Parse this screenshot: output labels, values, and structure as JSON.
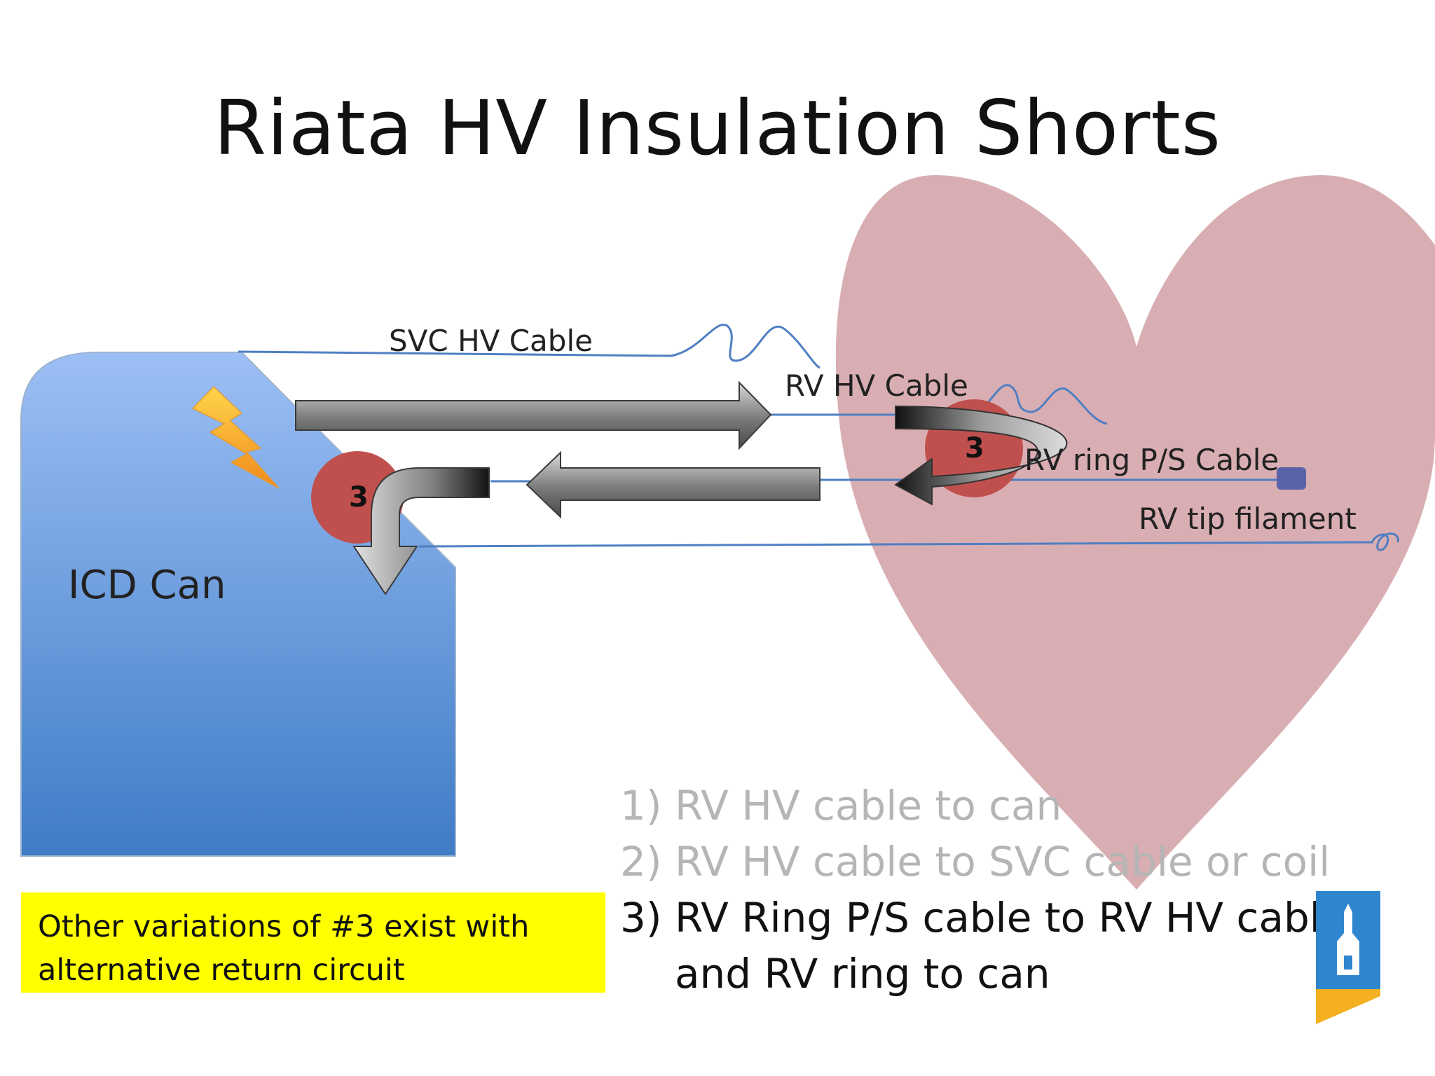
{
  "slide": {
    "title": "Riata HV Insulation Shorts"
  },
  "labels": {
    "icd_can": "ICD Can",
    "svc_hv_cable": "SVC HV Cable",
    "rv_hv_cable": "RV HV Cable",
    "rv_ring_ps_cable": "RV ring P/S Cable",
    "rv_tip_filament": "RV tip filament",
    "short_marker_left": "3",
    "short_marker_right": "3"
  },
  "note": {
    "line1": "Other variations of #3 exist with",
    "line2": "alternative return circuit"
  },
  "list": {
    "items": [
      {
        "num": "1)",
        "text": "RV HV cable to can",
        "state": "dim"
      },
      {
        "num": "2)",
        "text": "RV HV cable to SVC cable or coil",
        "state": "dim"
      },
      {
        "num": "3)",
        "text": "RV Ring P/S cable to RV HV cable",
        "state": "active"
      }
    ],
    "item3_continuation": "and RV ring to can"
  },
  "colors": {
    "can_top": "#9cbff5",
    "can_bottom": "#3f7cc6",
    "heart": "#d9aeb3",
    "cable": "#4f7fc2",
    "short_marker": "#c0504d",
    "note_bg": "#ffff00",
    "logo_blue": "#2f86cf",
    "logo_gold": "#f5b021"
  }
}
